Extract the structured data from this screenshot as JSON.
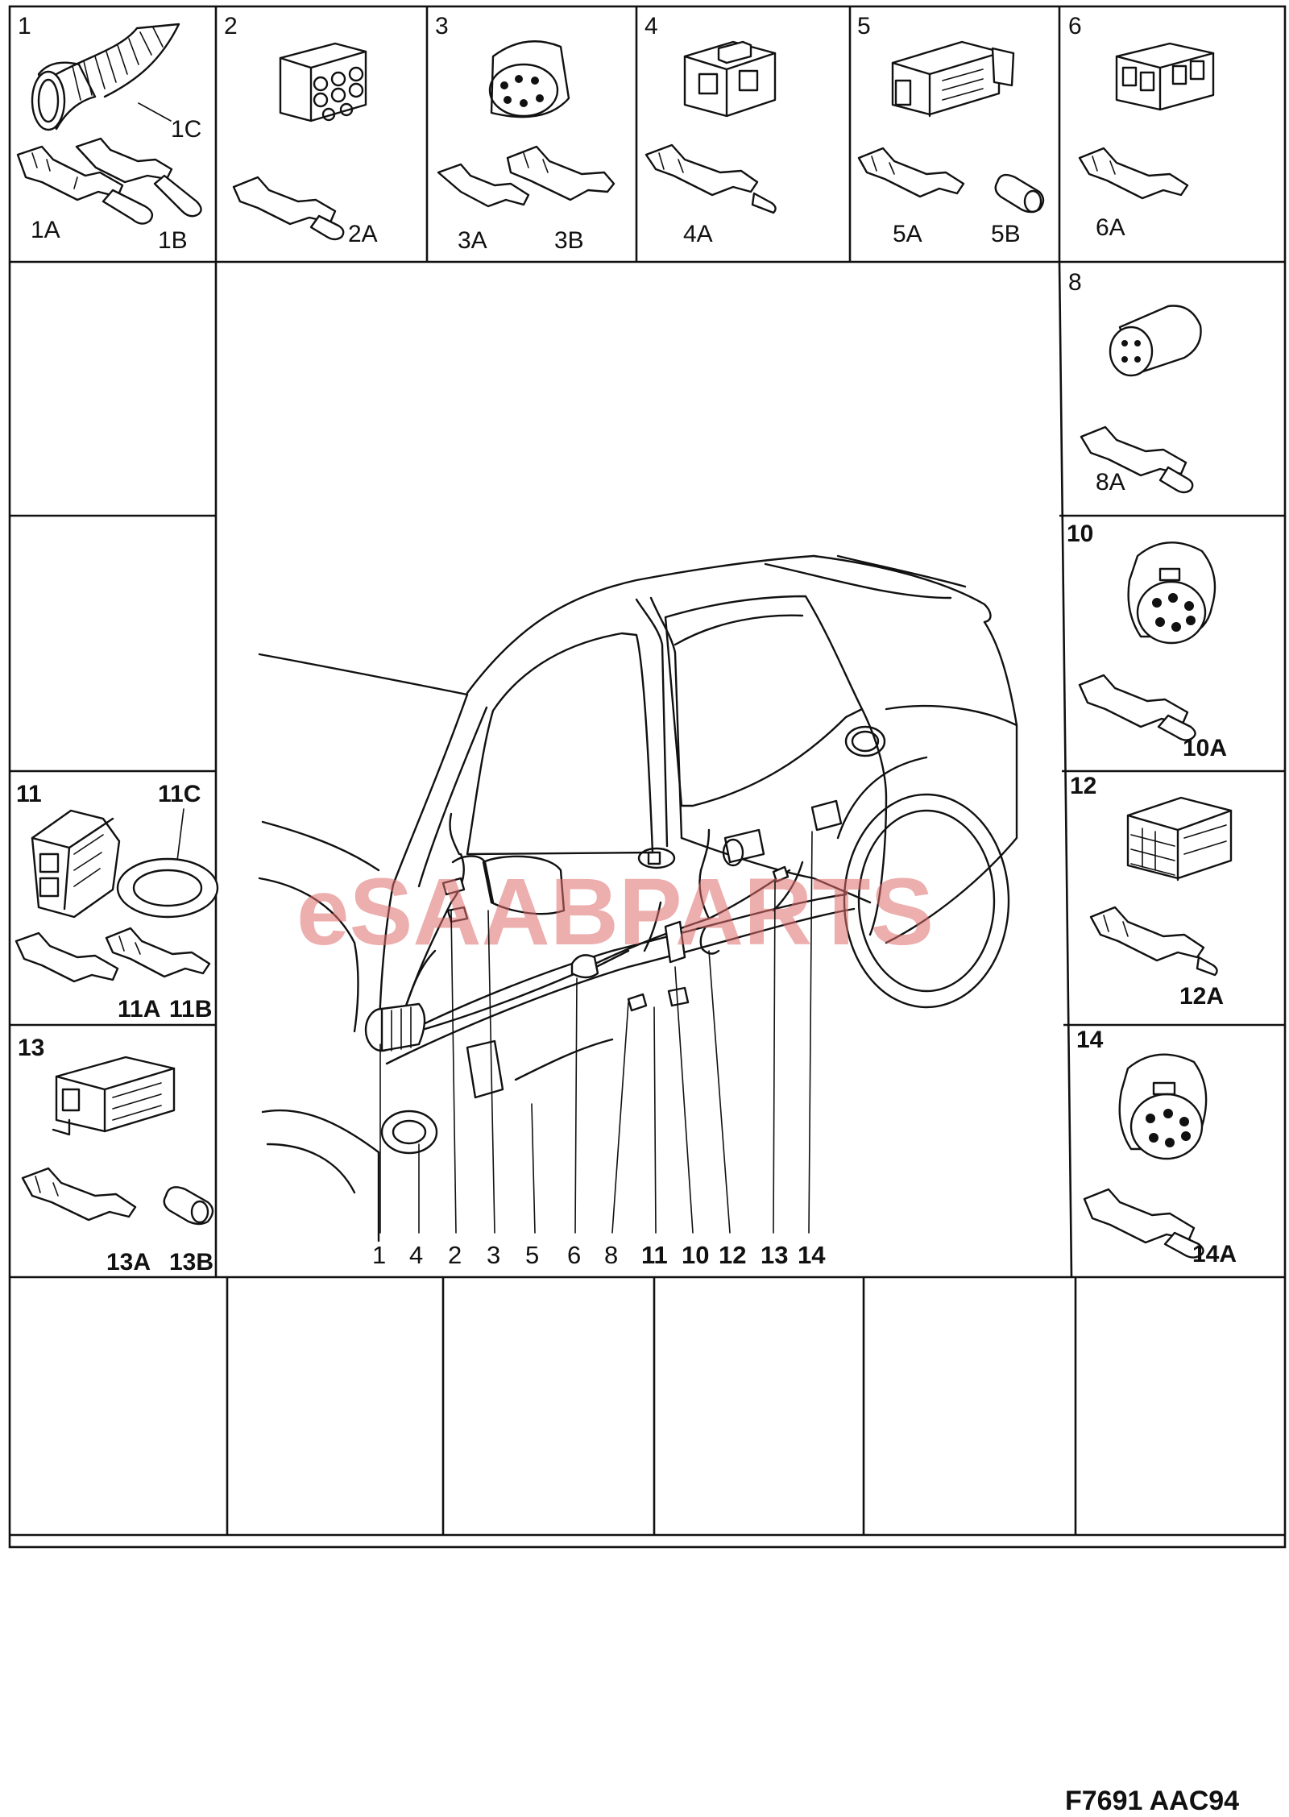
{
  "diagram": {
    "figure_code": "F7691 AAC94",
    "watermark": "eSAABPARTS"
  },
  "connectors": [
    {
      "id": "1",
      "parts": [
        "1A",
        "1B",
        "1C"
      ]
    },
    {
      "id": "2",
      "parts": [
        "2A"
      ]
    },
    {
      "id": "3",
      "parts": [
        "3A",
        "3B"
      ]
    },
    {
      "id": "4",
      "parts": [
        "4A"
      ]
    },
    {
      "id": "5",
      "parts": [
        "5A",
        "5B"
      ]
    },
    {
      "id": "6",
      "parts": [
        "6A"
      ]
    },
    {
      "id": "8",
      "parts": [
        "8A"
      ]
    },
    {
      "id": "10",
      "parts": [
        "10A"
      ]
    },
    {
      "id": "11",
      "parts": [
        "11A",
        "11B",
        "11C"
      ]
    },
    {
      "id": "12",
      "parts": [
        "12A"
      ]
    },
    {
      "id": "13",
      "parts": [
        "13A",
        "13B"
      ]
    },
    {
      "id": "14",
      "parts": [
        "14A"
      ]
    }
  ],
  "callouts": [
    "1",
    "4",
    "2",
    "3",
    "5",
    "6",
    "8",
    "11",
    "10",
    "12",
    "13",
    "14"
  ]
}
